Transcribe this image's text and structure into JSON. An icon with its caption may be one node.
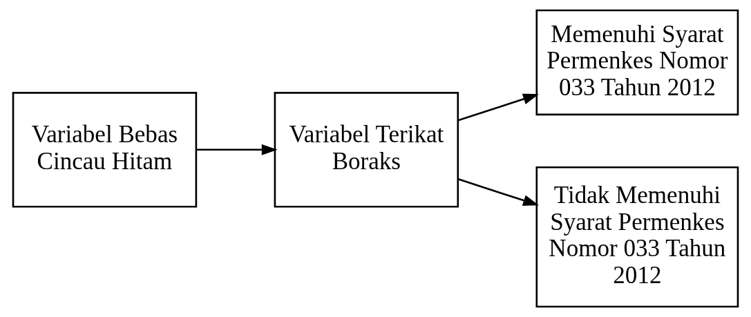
{
  "diagram": {
    "nodes": [
      {
        "text": [
          "Variabel Bebas",
          "Cincau Hitam"
        ]
      },
      {
        "text": [
          "Variabel Terikat",
          "Boraks"
        ]
      },
      {
        "text": [
          "Memenuhi Syarat Permenkes Nomor 033 Tahun 2012"
        ]
      },
      {
        "text": [
          "Tidak Memenuhi Syarat Permenkes Nomor 033 Tahun 2012"
        ]
      }
    ],
    "edges": [
      {
        "from": 0,
        "to": 1,
        "arrow": "to"
      },
      {
        "from": 1,
        "to": 2,
        "arrow": "to"
      },
      {
        "from": 1,
        "to": 3,
        "arrow": "to"
      }
    ]
  }
}
